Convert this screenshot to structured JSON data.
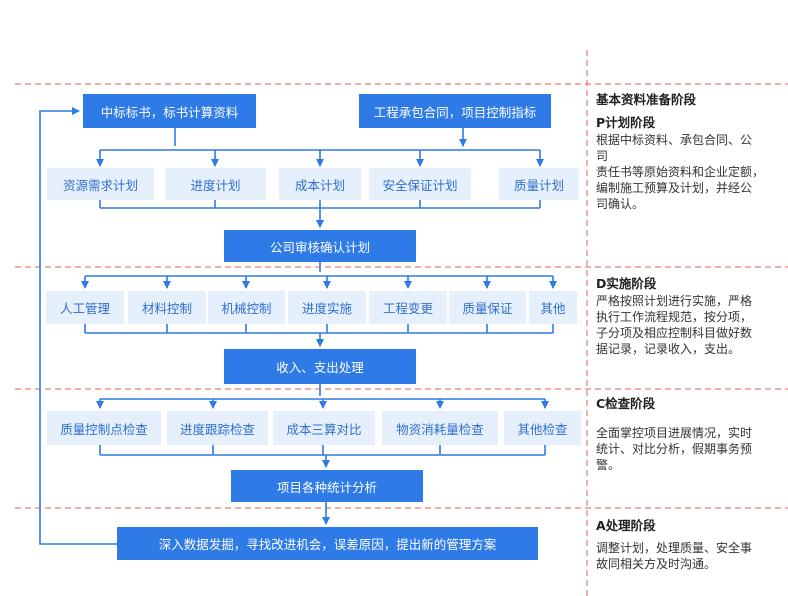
{
  "phases": {
    "header": "基本资料准备阶段",
    "p": {
      "title": "P计划阶段",
      "desc": [
        "根据中标资料、承包合同、公",
        "司",
        "责任书等原始资料和企业定额，",
        "编制施工预算及计划，并经公",
        "司确认。"
      ]
    },
    "d": {
      "title": "D实施阶段",
      "desc": [
        "严格按照计划进行实施，严格",
        "执行工作流程规范，按分项，",
        "子分项及相应控制科目做好数",
        "据记录，记录收入，支出。"
      ]
    },
    "c": {
      "title": "C检查阶段",
      "desc": [
        "全面掌控项目进展情况，实时",
        "统计、对比分析，假期事务预",
        "警。"
      ]
    },
    "a": {
      "title": "A处理阶段",
      "desc": [
        "调整计划，处理质量、安全事",
        "故同相关方及时沟通。"
      ]
    }
  },
  "flow": {
    "top_left": "中标标书，标书计算资料",
    "top_right": "工程承包合同，项目控制指标",
    "plan_items": [
      "资源需求计划",
      "进度计划",
      "成本计划",
      "安全保证计划",
      "质量计划"
    ],
    "plan_confirm": "公司审核确认计划",
    "do_items": [
      "人工管理",
      "材料控制",
      "机械控制",
      "进度实施",
      "工程变更",
      "质量保证",
      "其他"
    ],
    "do_result": "收入、支出处理",
    "check_items": [
      "质量控制点检查",
      "进度跟踪检查",
      "成本三算对比",
      "物资消耗量检查",
      "其他检查"
    ],
    "check_result": "项目各种统计分析",
    "act_item": "深入数据发掘，寻找改进机会，误差原因，提出新的管理方案"
  },
  "colors": {
    "primary": "#2e7ae6",
    "light_box": "#e6effc",
    "light_text": "#2f6fd0",
    "dash": "#e06050"
  }
}
